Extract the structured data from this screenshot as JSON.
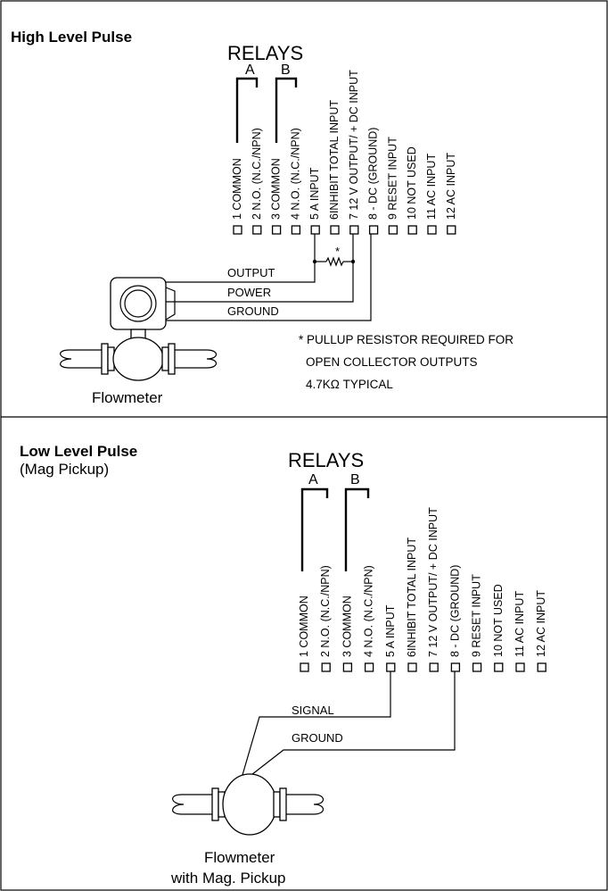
{
  "top_panel": {
    "title": "High Level Pulse",
    "relays_label": "RELAYS",
    "relay_a": "A",
    "relay_b": "B",
    "terminals": [
      "1 COMMON",
      "2 N.O. (N.C./NPN)",
      "3 COMMON",
      "4 N.O. (N.C./NPN)",
      "5 A INPUT",
      "6INHIBIT TOTAL  INPUT",
      "7 12 V OUTPUT/ + DC INPUT",
      "8 - DC (GROUND)",
      "9 RESET INPUT",
      "10 NOT USED",
      "11 AC INPUT",
      "12 AC INPUT"
    ],
    "resistor_mark": "*",
    "wires": {
      "output": "OUTPUT",
      "power": "POWER",
      "ground": "GROUND"
    },
    "note_lines": [
      "* PULLUP RESISTOR REQUIRED FOR",
      "OPEN COLLECTOR OUTPUTS",
      "4.7KΩ TYPICAL"
    ],
    "device_label": "Flowmeter"
  },
  "bottom_panel": {
    "title": "Low Level Pulse",
    "subtitle": "(Mag Pickup)",
    "relays_label": "RELAYS",
    "relay_a": "A",
    "relay_b": "B",
    "terminals": [
      "1 COMMON",
      "2 N.O. (N.C./NPN)",
      "3 COMMON",
      "4 N.O. (N.C./NPN)",
      "5 A INPUT",
      "6INHIBIT TOTAL  INPUT",
      "7 12 V OUTPUT/ + DC INPUT",
      "8 - DC (GROUND)",
      "9 RESET INPUT",
      "10 NOT USED",
      "11 AC INPUT",
      "12 AC INPUT"
    ],
    "wires": {
      "signal": "SIGNAL",
      "ground": "GROUND"
    },
    "device_label_line1": "Flowmeter",
    "device_label_line2": "with Mag. Pickup"
  }
}
